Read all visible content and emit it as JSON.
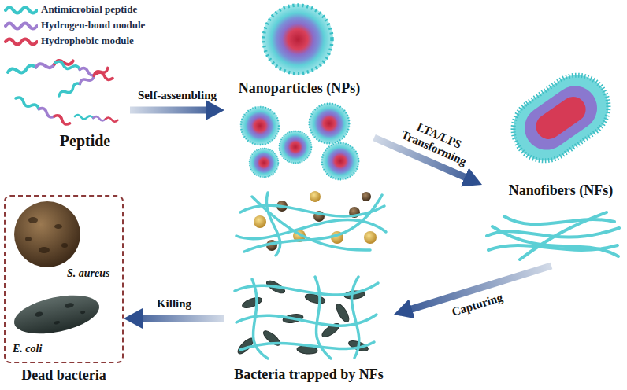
{
  "diagram": {
    "nodes": [
      {
        "text": [
          "Peptide"
        ]
      },
      {
        "text": [
          "Nanoparticles (NPs)"
        ]
      },
      {
        "text": [
          "Nanofibers (NFs)"
        ]
      },
      {
        "text": [
          "Bacteria trapped by NFs"
        ]
      },
      {
        "text": [
          "S. aureus",
          "E. coli",
          "Dead bacteria"
        ]
      }
    ],
    "edges": [
      {
        "from": 0,
        "to": 1,
        "arrow": "to",
        "label": "Self-assembling"
      },
      {
        "from": 1,
        "to": 2,
        "arrow": "to",
        "label": "LTA/LPS Transforming"
      },
      {
        "from": 2,
        "to": 3,
        "arrow": "to",
        "label": "Capturing"
      },
      {
        "from": 3,
        "to": 4,
        "arrow": "to",
        "label": "Killing"
      }
    ],
    "legend": [
      {
        "text": "Antimicrobial peptide"
      },
      {
        "text": "Hydrogen-bond module"
      },
      {
        "text": "Hydrophobic module"
      }
    ]
  }
}
